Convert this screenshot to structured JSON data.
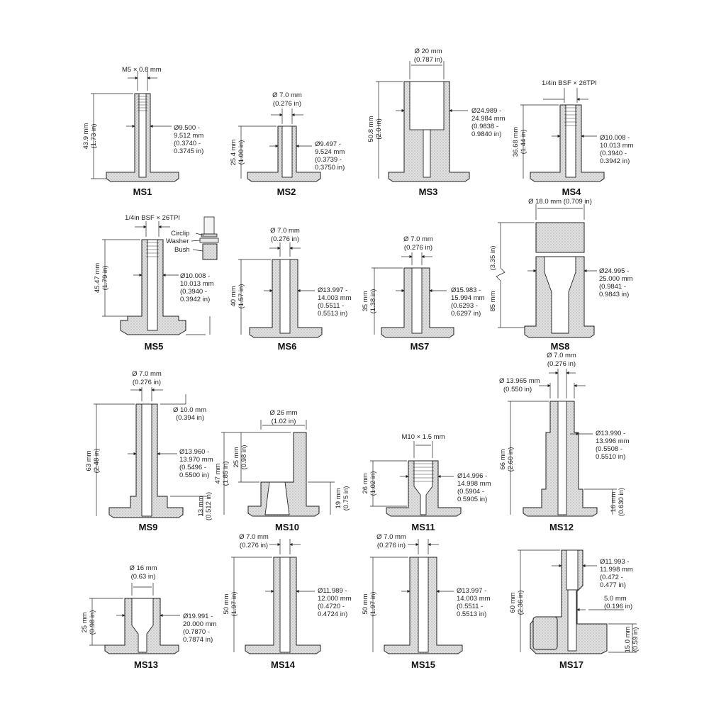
{
  "colors": {
    "ink": "#222222",
    "fill": "#d9d9d9",
    "background": "#ffffff"
  },
  "parts": [
    {
      "id": "MS1",
      "height": "43.9 mm",
      "height_in": "(1.73 in)",
      "top": "M5 × 0.8 mm",
      "side": [
        "Ø9.500 -",
        "9.512 mm",
        "(0.3740 -",
        "0.3745 in)"
      ]
    },
    {
      "id": "MS2",
      "height": "25.4 mm",
      "height_in": "(1.00 in)",
      "top": "Ø 7.0 mm",
      "top_in": "(0.276 in)",
      "side": [
        "Ø9.497 -",
        "9.524 mm",
        "(0.3739 -",
        "0.3750 in)"
      ]
    },
    {
      "id": "MS3",
      "height": "50.8 mm",
      "height_in": "(2.0 in)",
      "top": "Ø 20 mm",
      "top_in": "(0.787 in)",
      "side": [
        "Ø24.989 -",
        "24.984 mm",
        "(0.9838 -",
        "0.9840 in)"
      ]
    },
    {
      "id": "MS4",
      "height": "36.68 mm",
      "height_in": "(1.44 in)",
      "top": "1/4in BSF × 26TPI",
      "side": [
        "Ø10.008 -",
        "10.013 mm",
        "(0.3940 -",
        "0.3942 in)"
      ]
    },
    {
      "id": "MS5",
      "height": "45.47 mm",
      "height_in": "(1.79 in)",
      "top": "1/4in BSF × 26TPI",
      "side": [
        "Ø10.008 -",
        "10.013 mm",
        "(0.3940 -",
        "0.3942 in)"
      ],
      "inset": [
        "Circlip",
        "Washer",
        "Bush"
      ]
    },
    {
      "id": "MS6",
      "height": "40 mm",
      "height_in": "(1.57 in)",
      "top": "Ø 7.0 mm",
      "top_in": "(0.276 in)",
      "side": [
        "Ø13.997 -",
        "14.003 mm",
        "(0.5511 -",
        "0.5513 in)"
      ]
    },
    {
      "id": "MS7",
      "height": "35 mm",
      "height_in": "(1.38 in)",
      "top": "Ø 7.0 mm",
      "top_in": "(0.276 in)",
      "side": [
        "Ø15.983 -",
        "15.994 mm",
        "(0.6293 -",
        "0.6297 in)"
      ]
    },
    {
      "id": "MS8",
      "height": "85 mm",
      "height_in": "(3.35 in)",
      "top": "Ø 18.0 mm (0.709 in)",
      "side": [
        "Ø24.995 -",
        "25.000 mm",
        "(0.9841 -",
        "0.9843 in)"
      ]
    },
    {
      "id": "MS9",
      "height": "63 mm",
      "height_in": "(2.48 in)",
      "top": "Ø 7.0 mm",
      "top_in": "(0.276 in)",
      "upper": [
        "Ø 10.0 mm",
        "(0.394 in)"
      ],
      "side": [
        "Ø13.960 -",
        "13.970 mm",
        "(0.5496 -",
        "0.5500 in)"
      ],
      "base": "13 mm",
      "base_in": "(0.512 in)"
    },
    {
      "id": "MS10",
      "height": "47 mm",
      "height_in": "(1.85 in)",
      "top": "Ø 26 mm",
      "top_in": "(1.02 in)",
      "upper_h": "25 mm",
      "upper_h_in": "(0.98 in)",
      "base": "19 mm",
      "base_in": "(0.75 in)"
    },
    {
      "id": "MS11",
      "height": "26 mm",
      "height_in": "(1.02 in)",
      "top": "M10 × 1.5 mm",
      "side": [
        "Ø14.996 -",
        "14.998 mm",
        "(0.5904 -",
        "0.5905 in)"
      ]
    },
    {
      "id": "MS12",
      "height": "66 mm",
      "height_in": "(2.60 in)",
      "top": "Ø 7.0 mm",
      "top_in": "(0.276 in)",
      "upper": [
        "Ø 13.965 mm",
        "(0.550 in)"
      ],
      "side": [
        "Ø13.990 -",
        "13.996 mm",
        "(0.5508 -",
        "0.5510 in)"
      ],
      "base": "16 mm",
      "base_in": "(0.630 in)"
    },
    {
      "id": "MS13",
      "height": "25 mm",
      "height_in": "(0.98 in)",
      "top": "Ø 16 mm",
      "top_in": "(0.63 in)",
      "side": [
        "Ø19.991 -",
        "20.000 mm",
        "(0.7870 -",
        "0.7874 in)"
      ]
    },
    {
      "id": "MS14",
      "height": "50 mm",
      "height_in": "(1.97 in)",
      "top": "Ø 7.0 mm",
      "top_in": "(0.276 in)",
      "side": [
        "Ø11.989 -",
        "12.000 mm",
        "(0.4720 -",
        "0.4724 in)"
      ]
    },
    {
      "id": "MS15",
      "height": "50 mm",
      "height_in": "(1.97 in)",
      "top": "Ø 7.0 mm",
      "top_in": "(0.276 in)",
      "side": [
        "Ø13.997 -",
        "14.003 mm",
        "(0.5511 -",
        "0.5513 in)"
      ]
    },
    {
      "id": "MS17",
      "height": "60 mm",
      "height_in": "(2.36 in)",
      "side": [
        "Ø11.993 -",
        "11.998 mm",
        "(0.472 -",
        "0.477 in)"
      ],
      "upper": [
        "5.0 mm",
        "(0.196 in)"
      ],
      "base": "15.0 mm",
      "base_in": "(0.59 in)"
    }
  ]
}
